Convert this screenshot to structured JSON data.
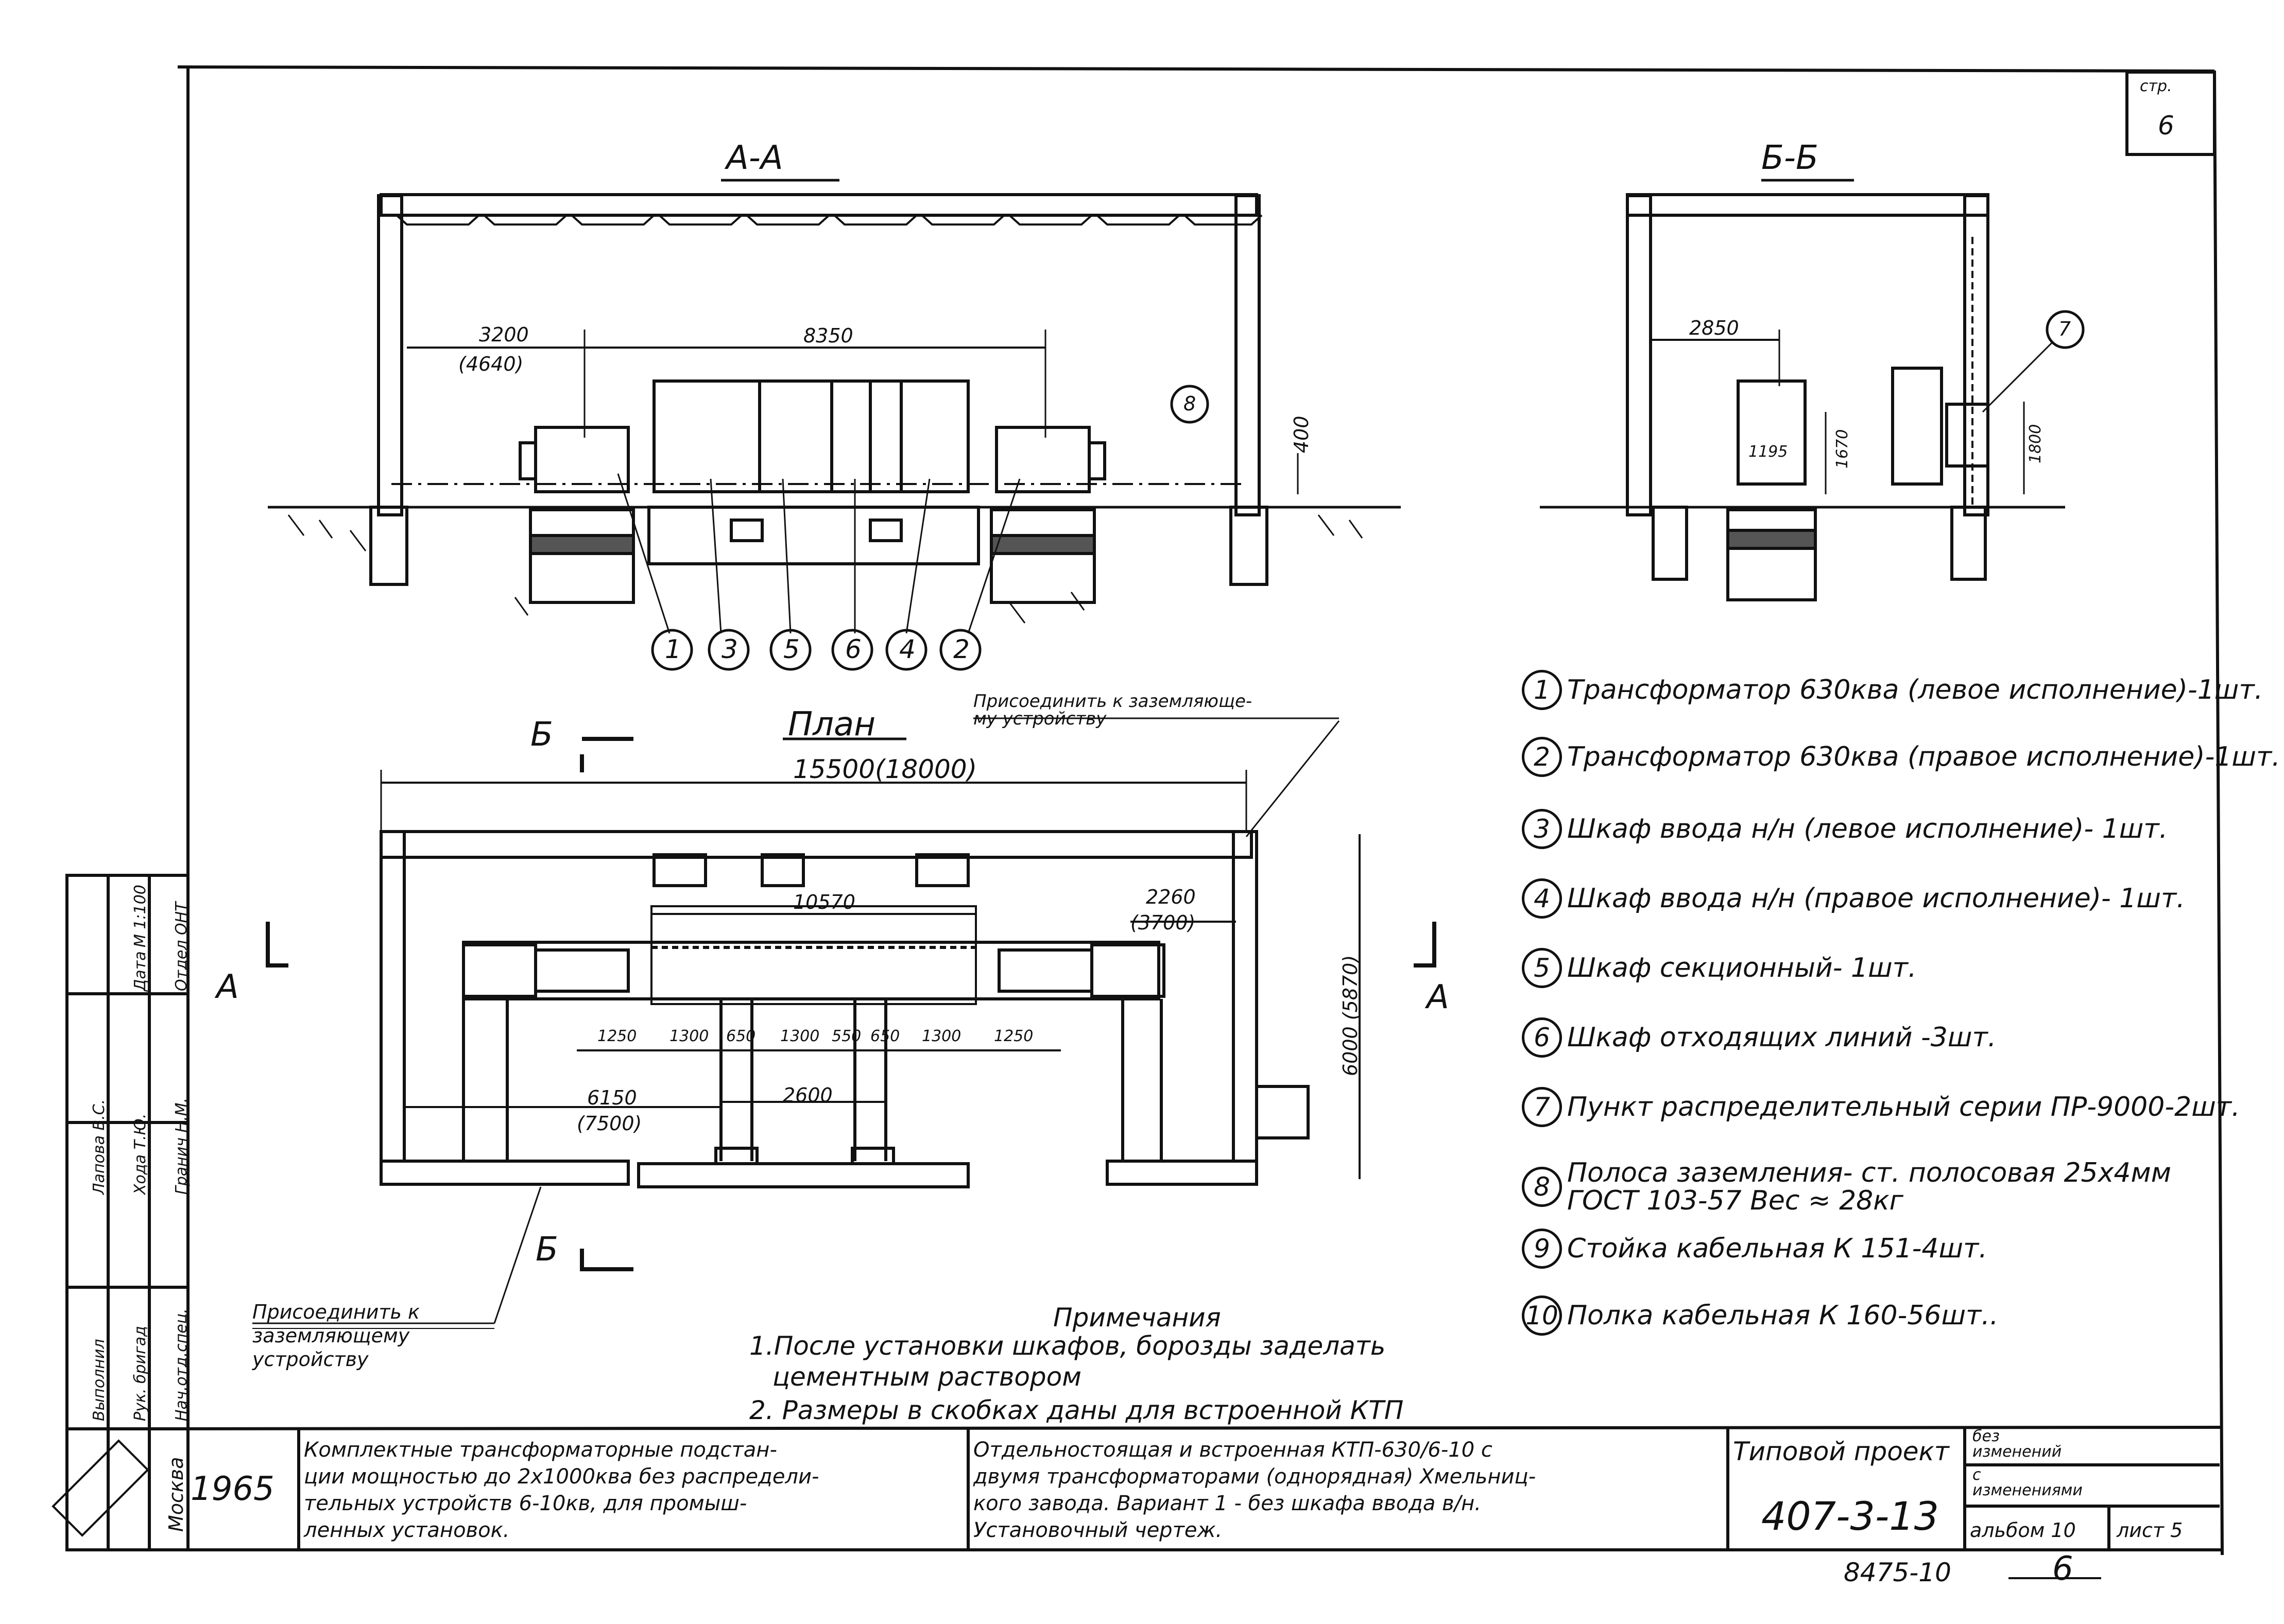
{
  "page": {
    "corner_label": "стр.",
    "corner_number": "6"
  },
  "section_aa": {
    "title": "А-А",
    "dim_3200": "3200",
    "dim_4640": "(4640)",
    "dim_8350": "8350",
    "dim_400": "400",
    "marker_8": "8",
    "callouts": [
      "1",
      "3",
      "5",
      "6",
      "4",
      "2"
    ]
  },
  "section_bb": {
    "title": "Б-Б",
    "dim_2850": "2850",
    "dim_1195": "1195",
    "dim_1670": "1670",
    "dim_1800": "1800",
    "marker_7": "7"
  },
  "plan": {
    "title": "План",
    "cut_b_top": "Б",
    "cut_b_bottom": "Б",
    "cut_a_left": "А",
    "cut_a_right": "А",
    "ground_note_top": "Присоединить к заземляюще-\nму устройству",
    "ground_note_bottom": "Присоединить к\nзаземляющему\nустройству",
    "dim_total": "15500(18000)",
    "dim_10570": "10570",
    "dim_2260": "2260",
    "dim_3700": "(3700)",
    "dim_6000": "6000 (5870)",
    "dims_row": [
      "1250",
      "1300",
      "650",
      "1300",
      "550",
      "650",
      "1300",
      "1250"
    ],
    "dim_6150": "6150",
    "dim_7500": "(7500)",
    "dim_2600": "2600"
  },
  "legend": [
    {
      "num": "1",
      "text": "Трансформатор 630ква (левое исполнение)-1шт."
    },
    {
      "num": "2",
      "text": "Трансформатор 630ква (правое исполнение)-1шт."
    },
    {
      "num": "3",
      "text": "Шкаф ввода н/н (левое исполнение)- 1шт."
    },
    {
      "num": "4",
      "text": "Шкаф ввода н/н (правое исполнение)- 1шт."
    },
    {
      "num": "5",
      "text": "Шкаф секционный- 1шт."
    },
    {
      "num": "6",
      "text": "Шкаф отходящих линий -3шт."
    },
    {
      "num": "7",
      "text": "Пункт распределительный серии ПР-9000-2шт."
    },
    {
      "num": "8",
      "text": "Полоса заземления- ст. полосовая 25х4мм\nГОСТ 103-57 Вес ≈ 28кг"
    },
    {
      "num": "9",
      "text": "Стойка кабельная К 151-4шт."
    },
    {
      "num": "10",
      "text": "Полка кабельная К 160-56шт.."
    }
  ],
  "notes": {
    "title": "Примечания",
    "line1": "1.После установки шкафов, борозды заделать",
    "line1b": "цементным раствором",
    "line2": "2. Размеры в скобках даны для встроенной КТП"
  },
  "title_block": {
    "city": "Москва",
    "year": "1965",
    "desc1": "Комплектные трансформаторные подстан-\nции мощностью до 2х1000ква без распредели-\nтельных устройств 6-10кв, для промыш-\nленных установок.",
    "desc2": "Отдельностоящая и встроенная КТП-630/6-10 с\nдвумя трансформаторами (однорядная) Хмельниц-\nкого завода. Вариант 1 - без шкафа ввода в/н.\nУстановочный чертеж.",
    "project_label": "Типовой проект",
    "project_number": "407-3-13",
    "status1": "без\nизменений",
    "status2": "с\nизменениями",
    "album": "альбом 10",
    "sheet": "лист 5",
    "stamp": "8475-10",
    "stamp_page": "6"
  },
  "side_stamp": {
    "row1": "Нач.отд.спец.",
    "row2": "Рук. бригад",
    "row3": "Выполнил",
    "name1": "Гранич Н.М.",
    "name2": "Хода Т.Ю.",
    "name3": "Лапова В.С.",
    "head1": "Отдел ОНТ",
    "head2": "Дата",
    "scale": "М 1:100"
  }
}
